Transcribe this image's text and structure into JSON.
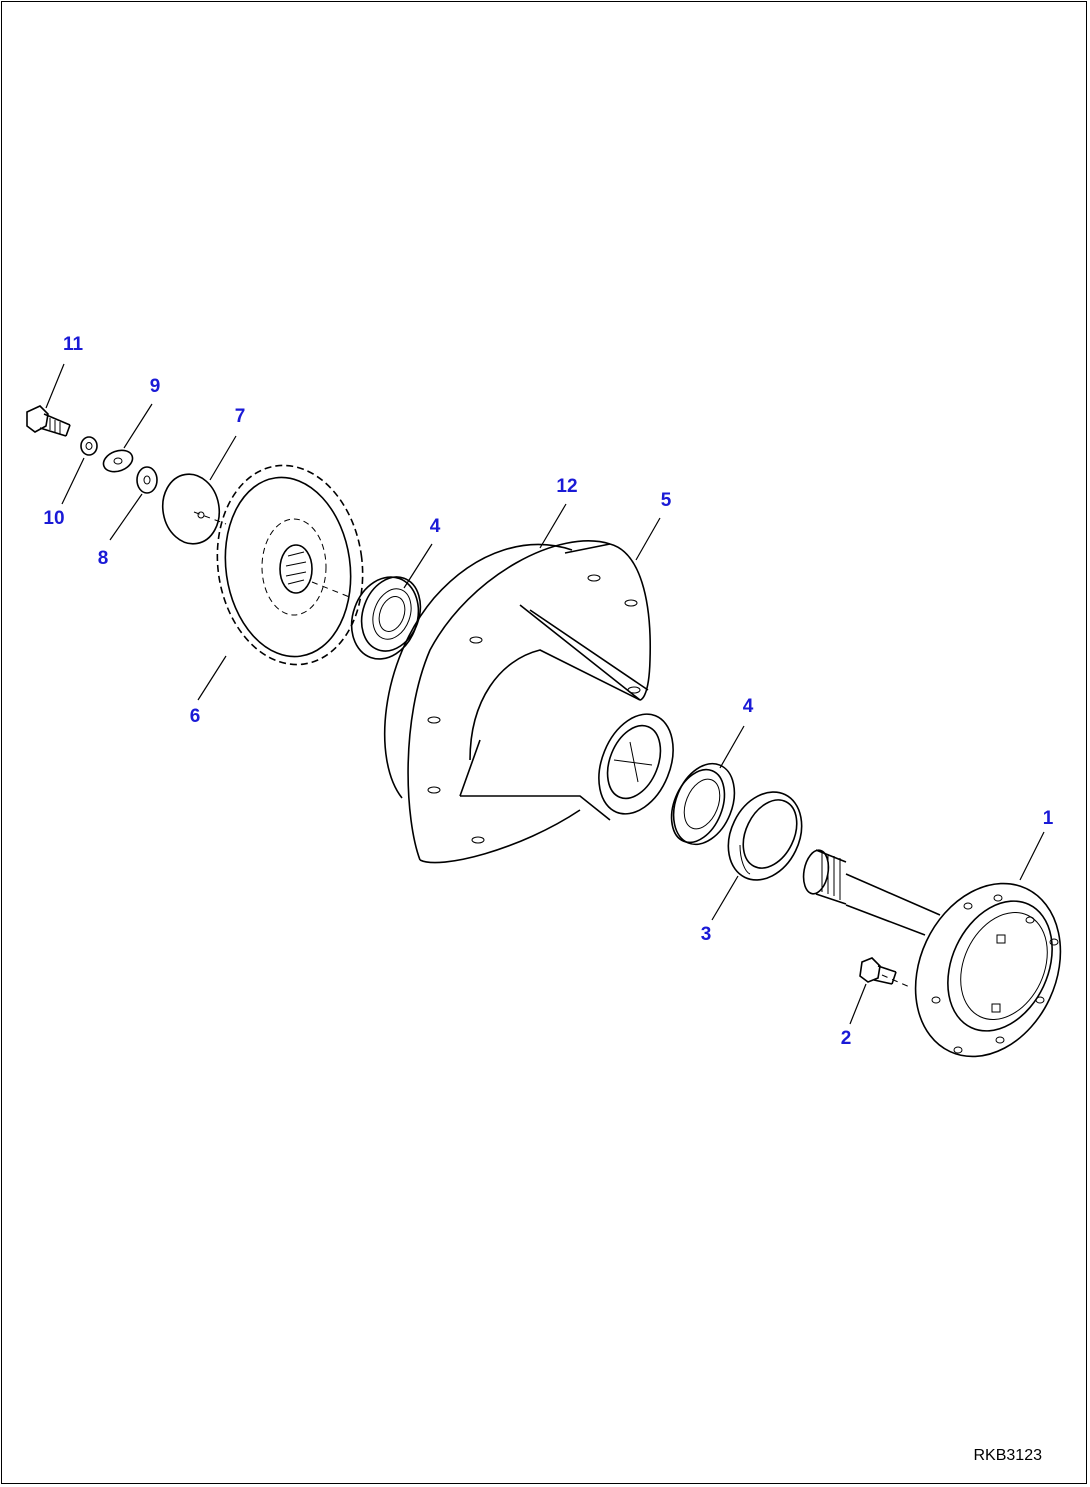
{
  "figure_code": "RKB3123",
  "callouts": [
    {
      "id": "c1",
      "label": "1"
    },
    {
      "id": "c2",
      "label": "2"
    },
    {
      "id": "c3",
      "label": "3"
    },
    {
      "id": "c4a",
      "label": "4"
    },
    {
      "id": "c4b",
      "label": "4"
    },
    {
      "id": "c5",
      "label": "5"
    },
    {
      "id": "c6",
      "label": "6"
    },
    {
      "id": "c7",
      "label": "7"
    },
    {
      "id": "c8",
      "label": "8"
    },
    {
      "id": "c9",
      "label": "9"
    },
    {
      "id": "c10",
      "label": "10"
    },
    {
      "id": "c11",
      "label": "11"
    },
    {
      "id": "c12",
      "label": "12"
    }
  ],
  "colors": {
    "callout": "#1a1ad6",
    "line": "#000000",
    "background": "#ffffff"
  }
}
